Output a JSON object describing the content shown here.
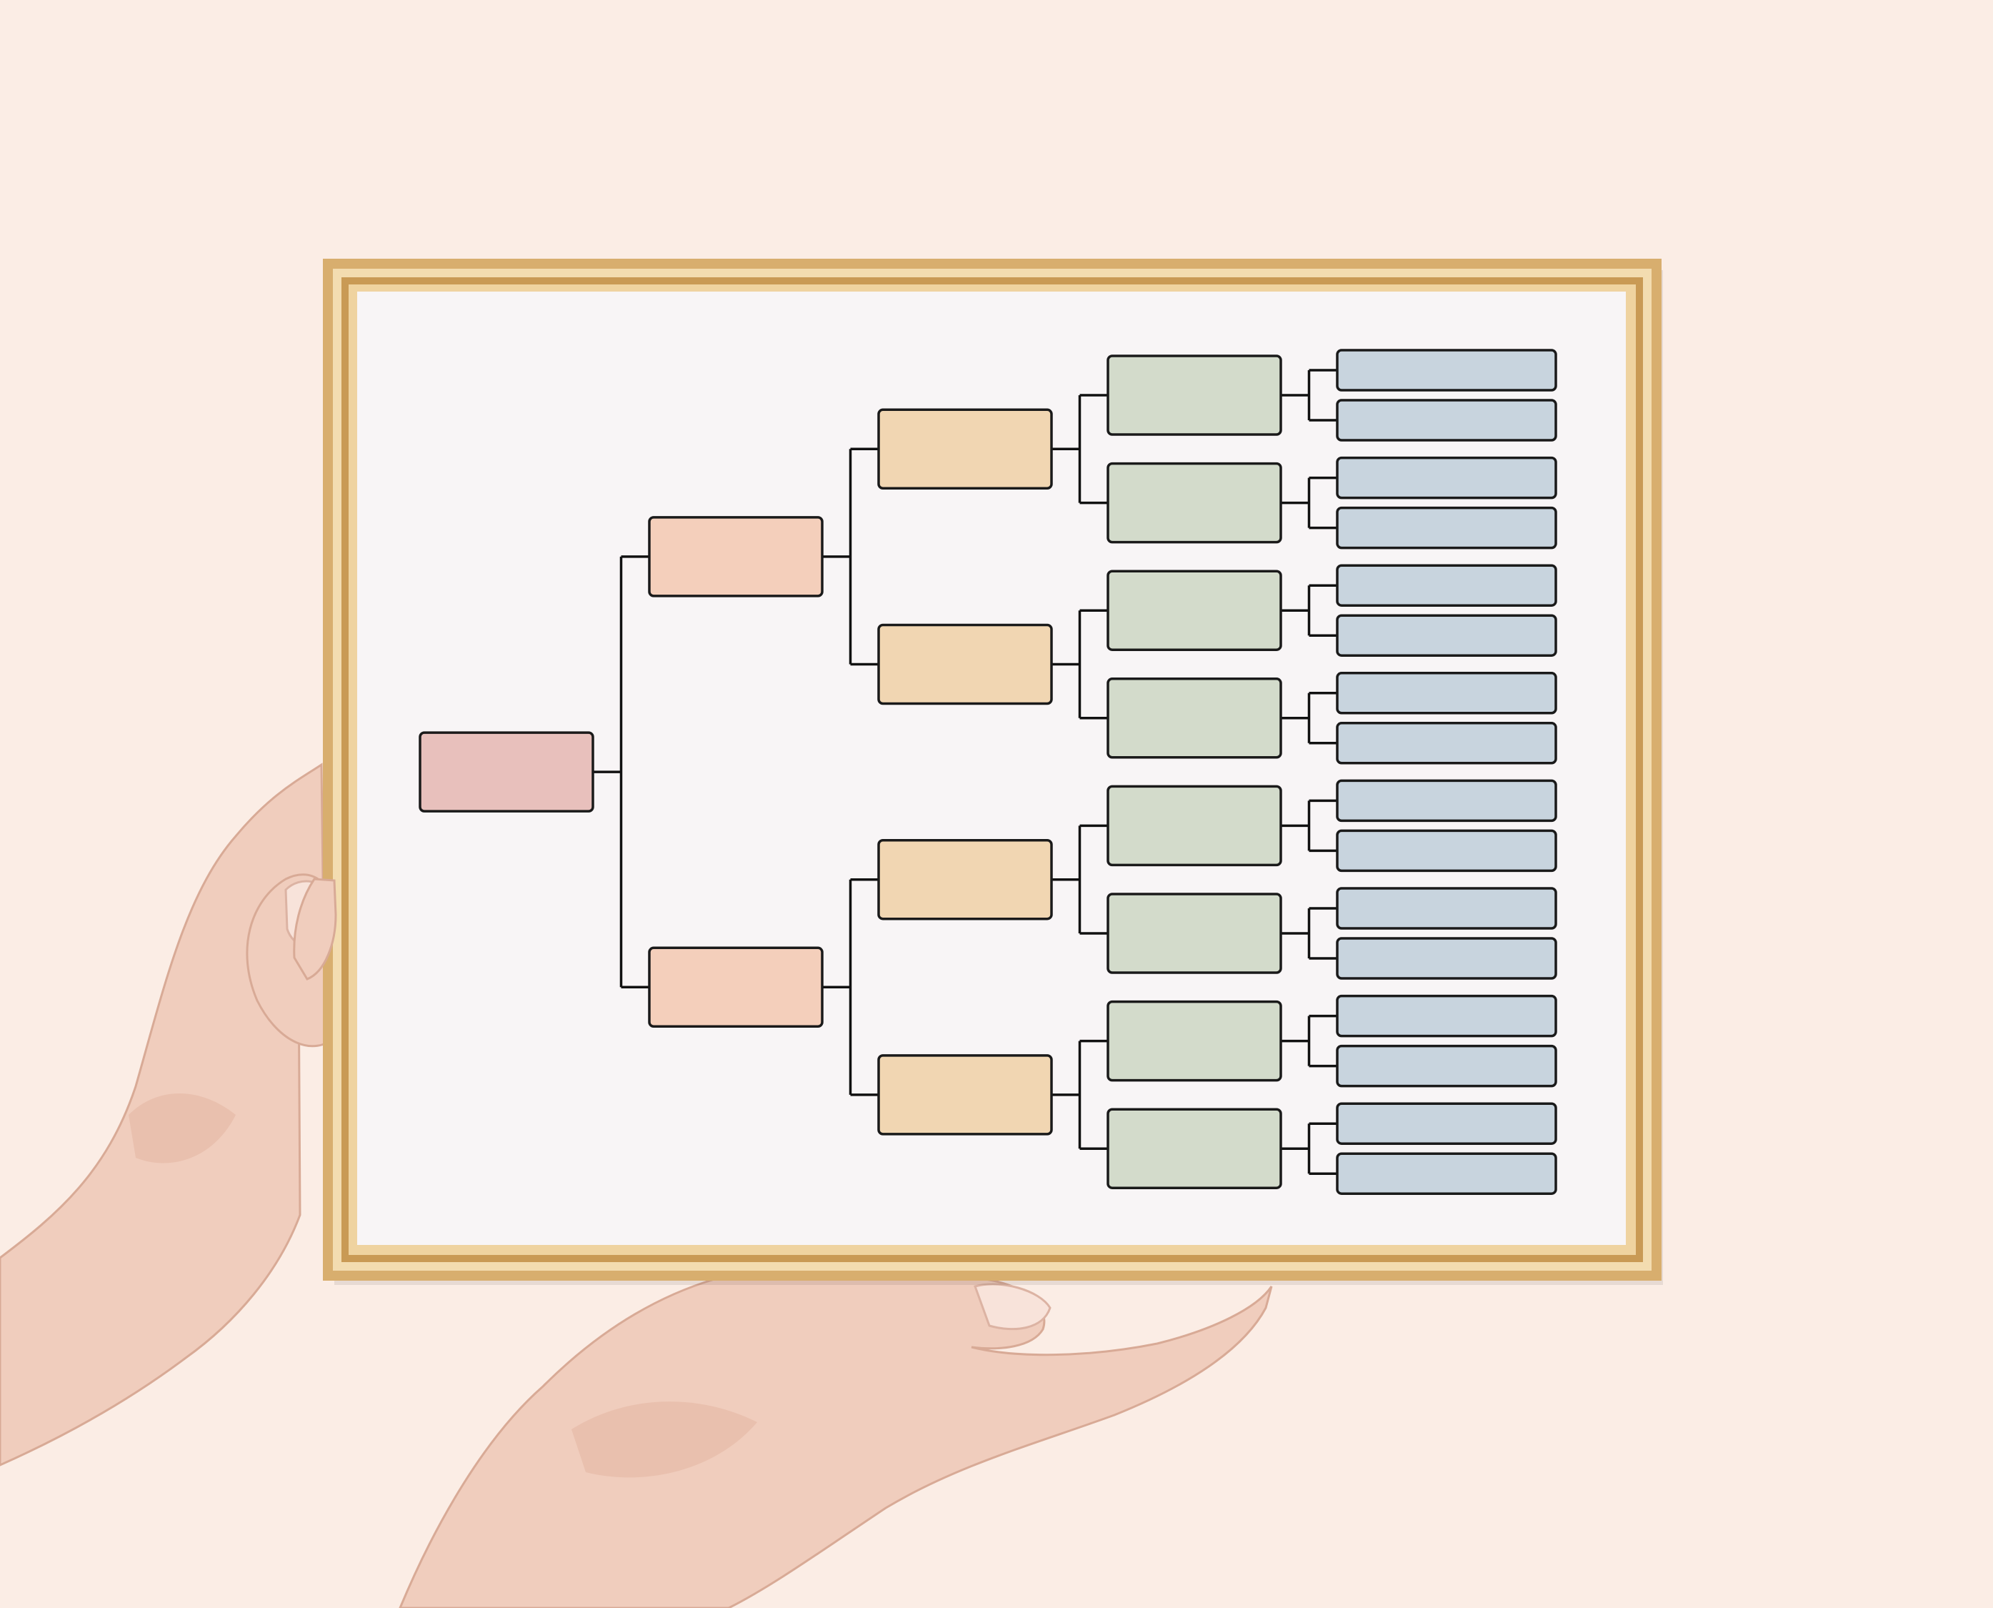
{
  "scene": {
    "subject": "hands-holding-gold-frame",
    "background_color": "#fbede5",
    "frame_color": "#d8ae6e",
    "paper_color": "#f8f5f6"
  },
  "tree": {
    "generations": 5,
    "colors": [
      "#e8c0bc",
      "#f4cfbb",
      "#f1d6b2",
      "#d3dbcb",
      "#c8d4de"
    ],
    "box_counts": [
      1,
      2,
      4,
      8,
      16
    ]
  }
}
